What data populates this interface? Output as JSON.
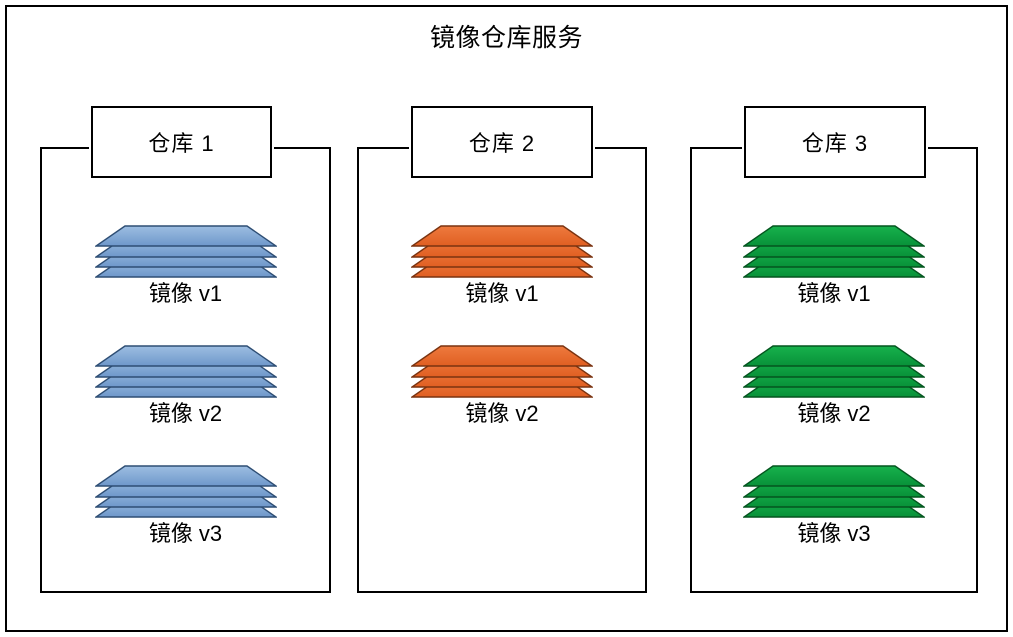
{
  "diagram": {
    "title": "镜像仓库服务",
    "frame_color": "#000000",
    "background": "#ffffff"
  },
  "repositories": [
    {
      "name": "仓库 1",
      "color": "#7FA6D4",
      "color_light": "#9DBEE2",
      "color_dark": "#6E97CA",
      "stroke": "#2E4E74",
      "images": [
        {
          "label": "镜像 v1",
          "layers": 4
        },
        {
          "label": "镜像 v2",
          "layers": 4
        },
        {
          "label": "镜像 v3",
          "layers": 4
        }
      ]
    },
    {
      "name": "仓库 2",
      "color": "#E8682A",
      "color_light": "#EE7A3E",
      "color_dark": "#E05F22",
      "stroke": "#7A3310",
      "images": [
        {
          "label": "镜像 v1",
          "layers": 4
        },
        {
          "label": "镜像 v2",
          "layers": 4
        }
      ]
    },
    {
      "name": "仓库 3",
      "color": "#0DA03F",
      "color_light": "#17B24C",
      "color_dark": "#089139",
      "stroke": "#04551F",
      "images": [
        {
          "label": "镜像 v1",
          "layers": 4
        },
        {
          "label": "镜像 v2",
          "layers": 4
        },
        {
          "label": "镜像 v3",
          "layers": 4
        }
      ]
    }
  ]
}
